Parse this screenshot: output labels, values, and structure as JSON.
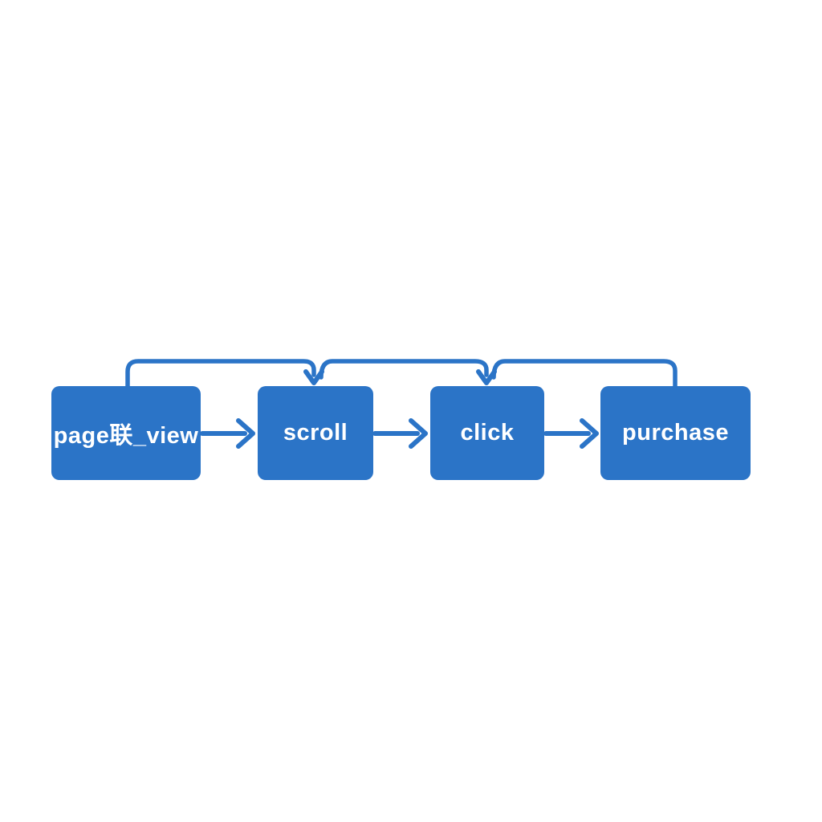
{
  "diagram": {
    "type": "flowchart",
    "background": "#ffffff",
    "node_color": "#2b74c7",
    "edge_color": "#2b74c7",
    "text_color": "#ffffff",
    "nodes": [
      {
        "id": "page_view",
        "label": "page联_view"
      },
      {
        "id": "scroll",
        "label": "scroll"
      },
      {
        "id": "click",
        "label": "click"
      },
      {
        "id": "purchase",
        "label": "purchase"
      }
    ],
    "edges": [
      {
        "from": "page联_view",
        "to": "scroll",
        "style": "straight",
        "arrowhead": true
      },
      {
        "from": "scroll",
        "to": "click",
        "style": "straight",
        "arrowhead": true
      },
      {
        "from": "click",
        "to": "purchase",
        "style": "straight",
        "arrowhead": true
      },
      {
        "from": "page联_view",
        "to": "scroll",
        "style": "top-arc",
        "arrowhead": true
      },
      {
        "from": "scroll",
        "to": "click",
        "style": "top-arc",
        "arrowhead": true
      },
      {
        "from": "click",
        "to": "purchase",
        "style": "top-arc",
        "arrowhead": false
      }
    ]
  }
}
